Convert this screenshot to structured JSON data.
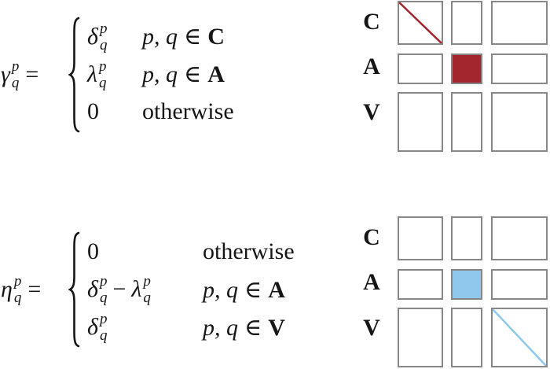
{
  "colors": {
    "red": "#A3262E",
    "blue": "#8EC8ED",
    "border": "#878787",
    "ink": "#161616"
  },
  "eq1": {
    "lhs": {
      "sym": "γ",
      "sup": "p",
      "sub": "q",
      "rel": "="
    },
    "rows": [
      {
        "v_sym": "δ",
        "v_sup": "p",
        "v_sub": "q",
        "c_vars": "p, q",
        "c_in": "∈",
        "c_set": "C"
      },
      {
        "v_sym": "λ",
        "v_sup": "p",
        "v_sub": "q",
        "c_vars": "p, q",
        "c_in": "∈",
        "c_set": "A"
      },
      {
        "v_plain": "0",
        "c_text": "otherwise"
      }
    ]
  },
  "eq2": {
    "lhs": {
      "sym": "η",
      "sup": "p",
      "sub": "q",
      "rel": "="
    },
    "rows": [
      {
        "v_plain": "0",
        "c_text": "otherwise"
      },
      {
        "v_sym": "δ",
        "v_sup": "p",
        "v_sub": "q",
        "v_minus": "−",
        "v2_sym": "λ",
        "v2_sup": "p",
        "v2_sub": "q",
        "c_vars": "p, q",
        "c_in": "∈",
        "c_set": "A"
      },
      {
        "v_sym": "δ",
        "v_sup": "p",
        "v_sub": "q",
        "c_vars": "p, q",
        "c_in": "∈",
        "c_set": "V"
      }
    ]
  },
  "grids": [
    {
      "name": "gamma-matrix",
      "row_labels": [
        "C",
        "A",
        "V"
      ],
      "cells": [
        [
          "diag-red",
          "",
          ""
        ],
        [
          "",
          "fill-red",
          ""
        ],
        [
          "",
          "",
          ""
        ]
      ]
    },
    {
      "name": "eta-matrix",
      "row_labels": [
        "C",
        "A",
        "V"
      ],
      "cells": [
        [
          "",
          "",
          ""
        ],
        [
          "",
          "fill-blue",
          ""
        ],
        [
          "",
          "",
          "diag-blue"
        ]
      ]
    }
  ]
}
